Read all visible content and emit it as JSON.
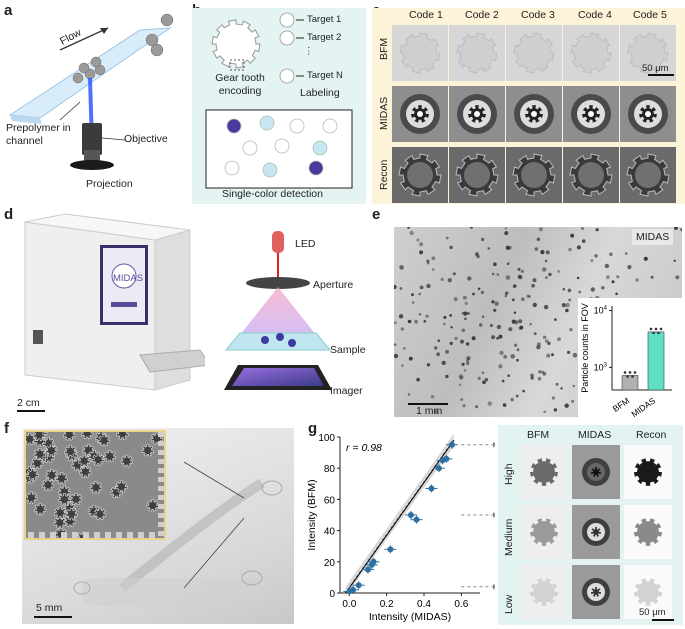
{
  "panels": {
    "a": {
      "letter": "a",
      "flow": "Flow",
      "prepolymer": "Prepolymer in channel",
      "objective": "Objective",
      "projection": "Projection"
    },
    "b": {
      "letter": "b",
      "targets": [
        "Target 1",
        "Target 2",
        "Target N"
      ],
      "dots": "⋮",
      "gear_label": "Gear tooth encoding",
      "labeling": "Labeling",
      "detection": "Single-color detection"
    },
    "c": {
      "letter": "c",
      "codes": [
        "Code 1",
        "Code 2",
        "Code 3",
        "Code 4",
        "Code 5"
      ],
      "rows": [
        "BFM",
        "MIDAS",
        "Recon"
      ],
      "scale": "50 μm"
    },
    "d": {
      "letter": "d",
      "screen_text": "MIDAS",
      "scale": "2 cm",
      "led": "LED",
      "aperture": "Aperture",
      "sample": "Sample",
      "imager": "Imager"
    },
    "e": {
      "letter": "e",
      "badge": "MIDAS",
      "scale": "1 mm"
    },
    "f": {
      "letter": "f",
      "scale": "5 mm"
    },
    "g": {
      "letter": "g",
      "r_label": "r = 0.98",
      "cols": [
        "BFM",
        "MIDAS",
        "Recon"
      ],
      "rows": [
        "High",
        "Medium",
        "Low"
      ],
      "scale": "50 μm"
    }
  },
  "chart_data": [
    {
      "type": "bar",
      "ylabel": "Particle counts in FOV",
      "categories": [
        "BFM",
        "MIDAS"
      ],
      "values": [
        720,
        4200
      ],
      "yscale": "log",
      "ylim": [
        400,
        12000
      ],
      "yticks": [
        "10^3",
        "10^4"
      ],
      "colors": [
        "#b0b0b0",
        "#5fe0c4"
      ]
    },
    {
      "type": "scatter",
      "xlabel": "Intensity (MIDAS)",
      "ylabel": "Intensity (BFM)",
      "xlim": [
        -0.05,
        0.7
      ],
      "ylim": [
        0,
        100
      ],
      "xticks": [
        "0.0",
        "0.2",
        "0.4",
        "0.6"
      ],
      "yticks": [
        "0",
        "20",
        "40",
        "60",
        "80",
        "100"
      ],
      "x": [
        0.0,
        0.02,
        0.05,
        0.1,
        0.12,
        0.13,
        0.22,
        0.33,
        0.36,
        0.44,
        0.48,
        0.5,
        0.52,
        0.55
      ],
      "y": [
        1,
        2,
        5,
        15,
        18,
        20,
        28,
        50,
        47,
        67,
        80,
        85,
        86,
        95
      ],
      "color": "#2f6f9f"
    }
  ]
}
